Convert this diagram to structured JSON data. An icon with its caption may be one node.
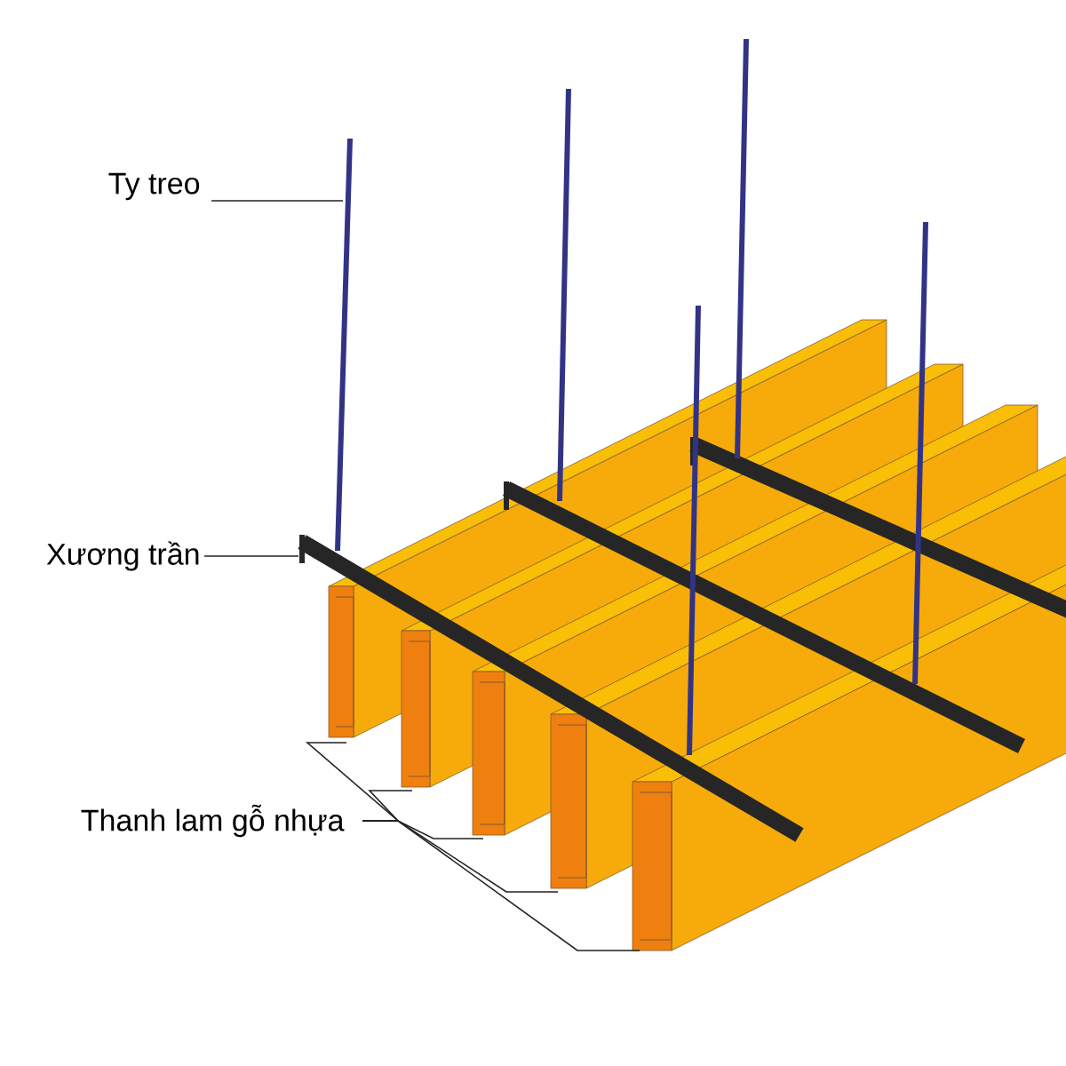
{
  "diagram": {
    "nodes": [
      {
        "text": [
          "Ty treo"
        ]
      },
      {
        "text": [
          "Xương trần"
        ]
      },
      {
        "text": [
          "Thanh lam gỗ nhựa"
        ]
      }
    ],
    "edges": [
      {
        "from": 0,
        "to": null,
        "arrow": "none"
      },
      {
        "from": 1,
        "to": null,
        "arrow": "none"
      },
      {
        "from": 2,
        "to": null,
        "arrow": "none"
      },
      {
        "from": 2,
        "to": null,
        "arrow": "none"
      },
      {
        "from": 2,
        "to": null,
        "arrow": "none"
      },
      {
        "from": 2,
        "to": null,
        "arrow": "none"
      },
      {
        "from": 2,
        "to": null,
        "arrow": "none"
      }
    ]
  }
}
